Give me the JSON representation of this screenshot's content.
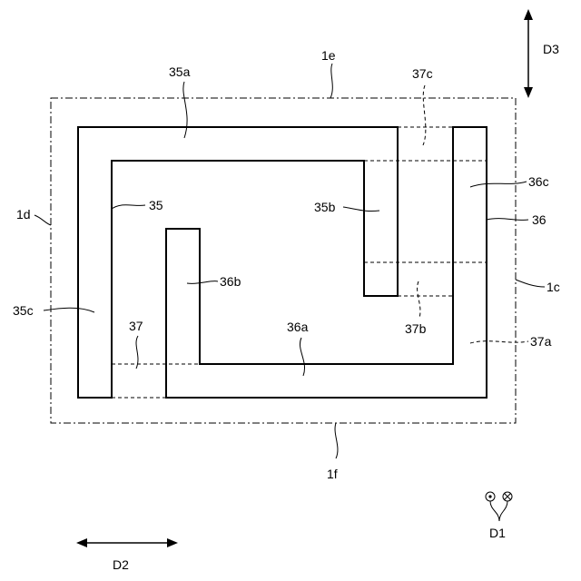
{
  "labels": {
    "l_1e": "1e",
    "l_1f": "1f",
    "l_1d": "1d",
    "l_1c": "1c",
    "l_35a": "35a",
    "l_35": "35",
    "l_35b": "35b",
    "l_35c": "35c",
    "l_36": "36",
    "l_36a": "36a",
    "l_36b": "36b",
    "l_36c": "36c",
    "l_37": "37",
    "l_37a": "37a",
    "l_37b": "37b",
    "l_37c": "37c"
  },
  "directions": {
    "d1": "D1",
    "d2": "D2",
    "d3": "D3"
  }
}
